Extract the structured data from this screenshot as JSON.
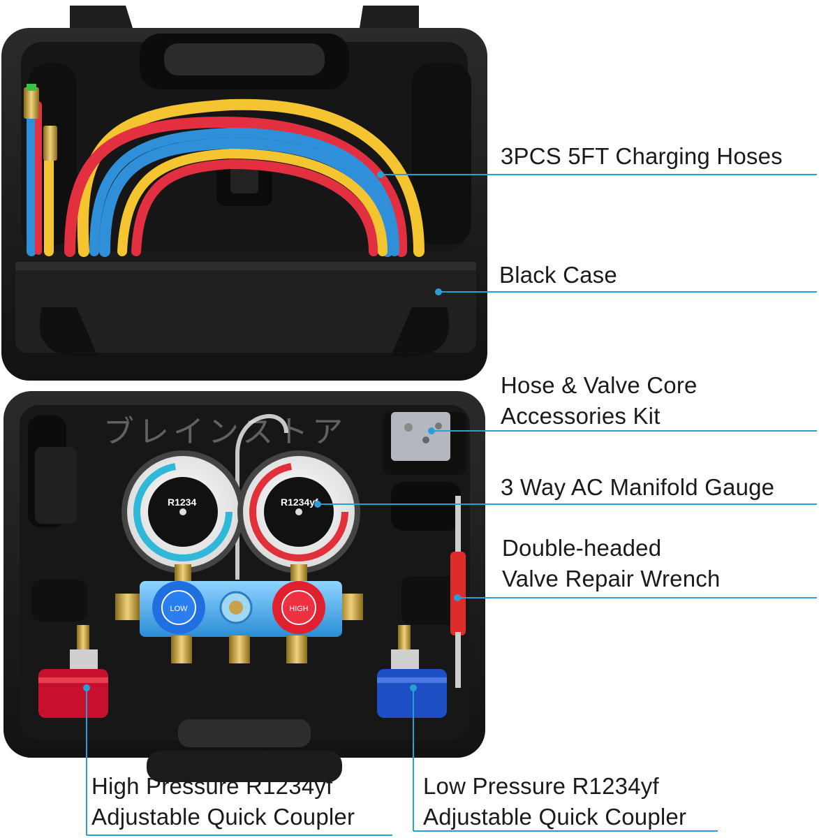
{
  "labels": {
    "hoses": "3PCS 5FT Charging Hoses",
    "case": "Black Case",
    "accessories": "Hose & Valve Core\nAccessories Kit",
    "gauge": "3 Way AC Manifold Gauge",
    "wrench": "Double-headed\nValve Repair Wrench",
    "high_coupler": "High Pressure R1234yf\nAdjustable Quick Coupler",
    "low_coupler": "Low Pressure R1234yf\nAdjustable Quick Coupler"
  },
  "product": {
    "gauge_left_text": "R1234",
    "gauge_right_text": "R1234yf",
    "valve_low_text": "LOW",
    "valve_high_text": "HIGH",
    "watermark": "ブレインストア"
  },
  "colors": {
    "callout": "#2a9fd6",
    "case": "#1b1b1b",
    "hose_red": "#e23040",
    "hose_yellow": "#f4c431",
    "hose_blue": "#2f8fd8",
    "coupler_red": "#c8102e",
    "coupler_blue": "#1f4fc4"
  }
}
